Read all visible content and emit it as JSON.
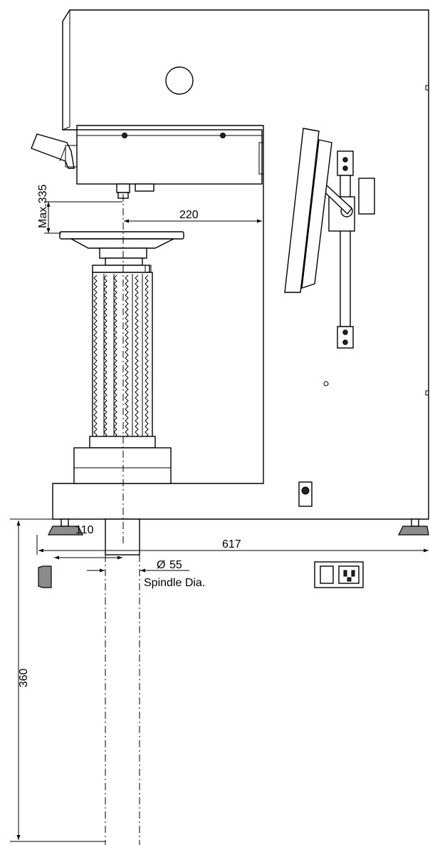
{
  "dimensions": {
    "max_height_label": "Max.335",
    "throat_depth_label": "220",
    "base_offset_label": "110",
    "spindle_dia_value": "55",
    "spindle_dia_caption": "Spindle Dia.",
    "overall_width_label": "617",
    "pit_depth_label": "360"
  },
  "symbols": {
    "diameter": "Ø"
  }
}
